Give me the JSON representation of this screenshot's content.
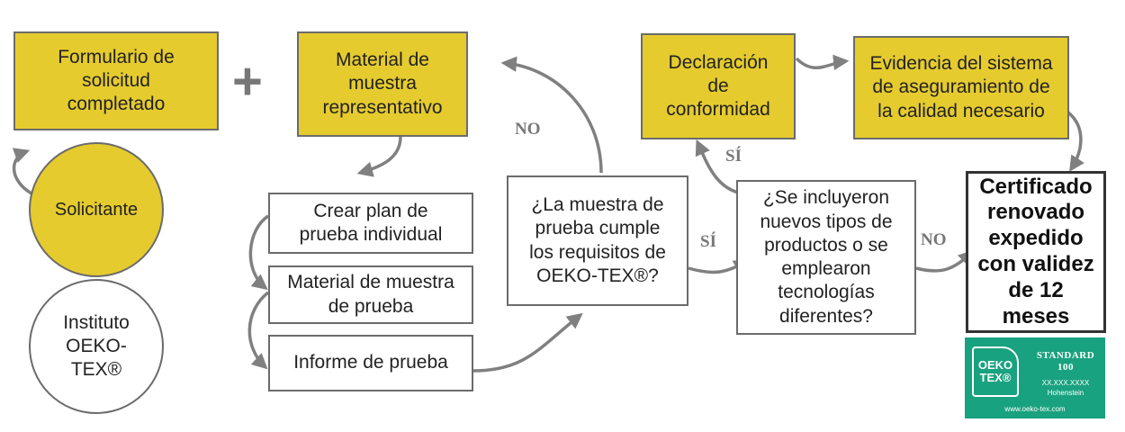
{
  "nodes": {
    "form": "Formulario de\nsolicitud\ncompletado",
    "sample_material": "Material de\nmuestra\nrepresentativo",
    "applicant": "Solicitante",
    "institute": "Instituto\nOEKO-\nTEX®",
    "test_plan": "Crear plan de\nprueba individual",
    "test_sample": "Material de muestra\nde prueba",
    "test_report": "Informe de prueba",
    "question_requirements": "¿La muestra de\nprueba cumple\nlos requisitos de\nOEKO-TEX®?",
    "declaration": "Declaración\nde\nconformidad",
    "evidence": "Evidencia del sistema\nde aseguramiento de\nla calidad necesario",
    "question_new": "¿Se incluyeron\nnuevos tipos de\nproductos o se\nemplearon\ntecnologías\ndiferentes?",
    "certificate": "Certificado\nrenovado\nexpedido\ncon validez\nde 12\nmeses"
  },
  "operator": "+",
  "edge_labels": {
    "no_back": "NO",
    "si_forward": "SÍ",
    "si_declaration": "SÍ",
    "no_certificate": "NO"
  },
  "badge": {
    "logo": "OEKO\nTEX®",
    "standard": "STANDARD\n100",
    "number": "XX.XXX.XXXX",
    "lab": "Hohenstein",
    "url": "www.oeko-tex.com"
  },
  "colors": {
    "yellow": "#e5cb2e",
    "border": "#6b6b6b",
    "arrow": "#808080",
    "badge_green": "#19a27f"
  }
}
